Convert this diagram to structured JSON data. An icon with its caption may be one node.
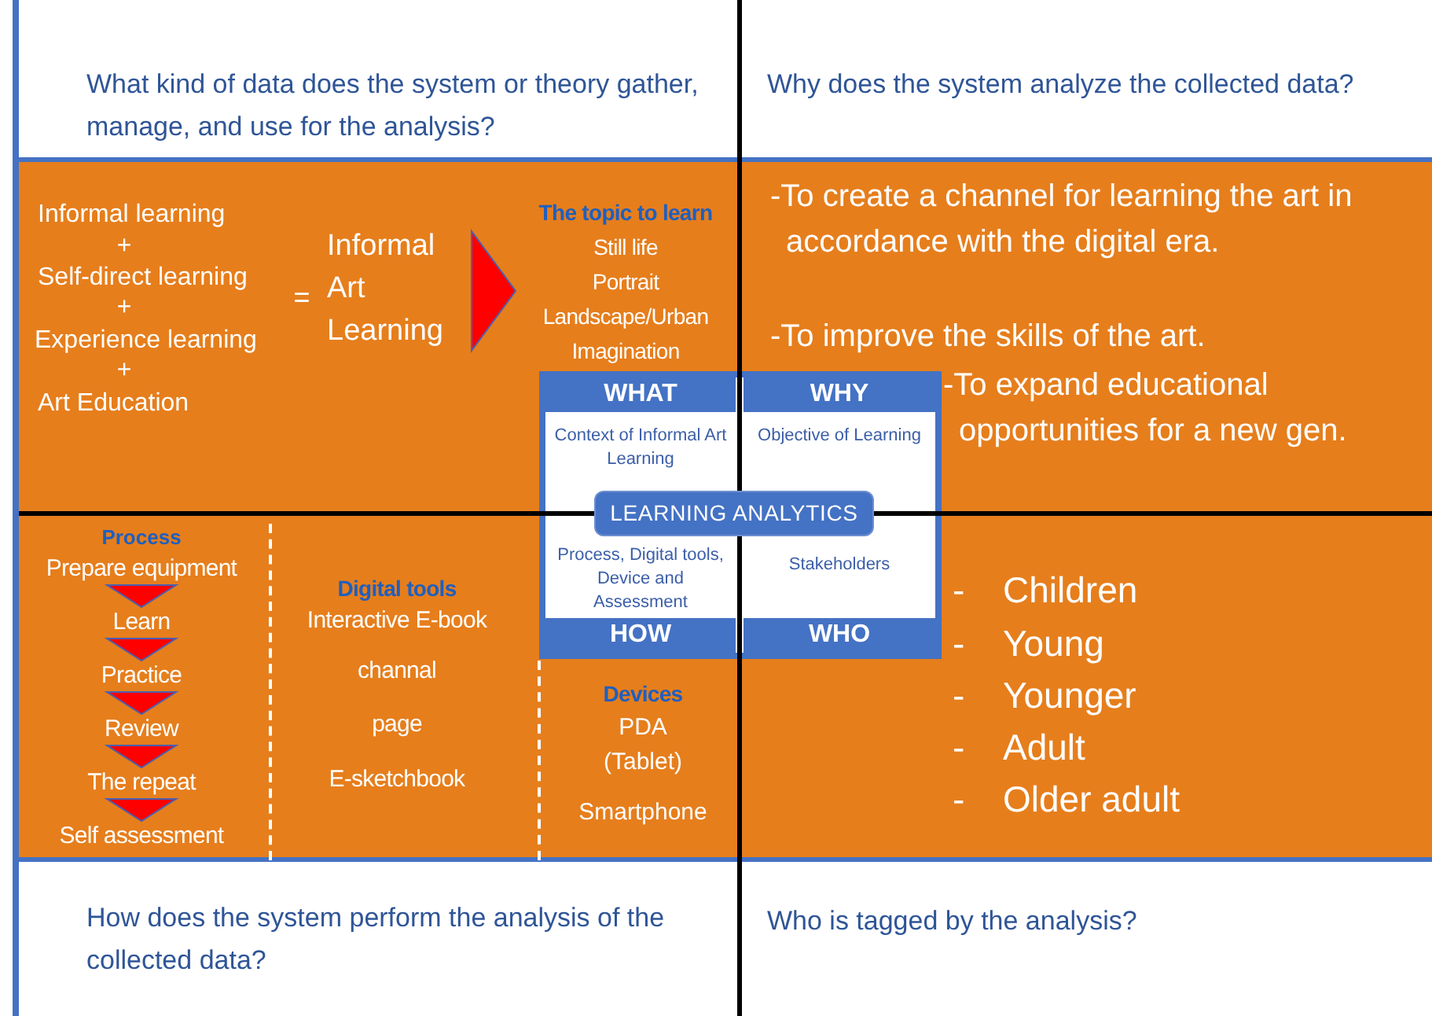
{
  "diagram": {
    "nodes": [
      {
        "text": [
          "What kind of data does the system or theory gather, manage, and use for the analysis?"
        ]
      },
      {
        "text": [
          "Why does the system analyze the collected data?"
        ]
      },
      {
        "text": [
          "Informal Art Learning"
        ]
      },
      {
        "text": [
          "The topic to learn",
          "Still life",
          "Portrait",
          "Landscape/Urban",
          "Imagination"
        ]
      },
      {
        "text": [],
        "shape": "box"
      },
      {
        "text": [
          "WHAT",
          "Context of Informal Art Learning"
        ],
        "in": 4
      },
      {
        "text": [
          "WHY",
          "Objective of Learning"
        ],
        "in": 4
      },
      {
        "text": [
          "Process, Digital tools, Device and Assessment",
          "HOW"
        ],
        "in": 4
      },
      {
        "text": [
          "Stakeholders",
          "WHO"
        ],
        "in": 4
      },
      {
        "text": [
          "LEARNING ANALYTICS"
        ],
        "in": 4
      },
      {
        "text": [
          "Prepare equipment"
        ]
      },
      {
        "text": [
          "Learn"
        ]
      },
      {
        "text": [
          "Practice"
        ]
      },
      {
        "text": [
          "Review"
        ]
      },
      {
        "text": [
          "The repeat"
        ]
      },
      {
        "text": [
          "Self assessment"
        ]
      },
      {
        "text": [
          "How does the system perform the analysis of the collected data?"
        ]
      },
      {
        "text": [
          "Who is tagged by the analysis?"
        ]
      }
    ],
    "edges": [
      {
        "from": 2,
        "to": 3,
        "arrow": "to"
      },
      {
        "from": 10,
        "to": 11,
        "arrow": "to"
      },
      {
        "from": 11,
        "to": 12,
        "arrow": "to"
      },
      {
        "from": 12,
        "to": 13,
        "arrow": "to"
      },
      {
        "from": 13,
        "to": 14,
        "arrow": "to"
      },
      {
        "from": 14,
        "to": 15,
        "arrow": "to"
      }
    ],
    "labels": [
      "Informal learning",
      "+",
      "Self-direct learning",
      "+",
      "Experience learning",
      "+",
      "Art Education",
      "=",
      "-To create a channel for learning the art in accordance with the digital era.",
      "-To improve the skills of the art.",
      "-To expand educational opportunities for a new gen.",
      "Process",
      "Digital tools",
      "Interactive E-book",
      "channal",
      "page",
      "E-sketchbook",
      "Devices",
      "PDA",
      "(Tablet)",
      "Smartphone",
      "-",
      "Children",
      "-",
      "Young",
      "-",
      "Younger",
      "-",
      "Adult",
      "-",
      "Older adult"
    ]
  }
}
